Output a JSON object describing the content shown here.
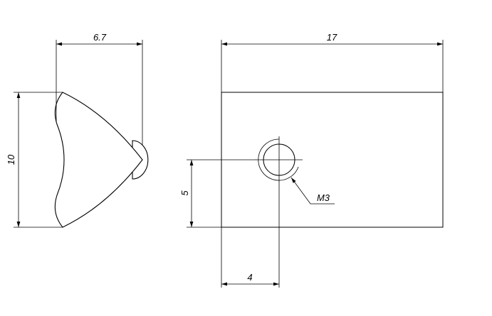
{
  "dimensions": {
    "side_width": "6.7",
    "side_height": "10",
    "front_width": "17",
    "hole_height": "5",
    "hole_offset": "4",
    "thread_callout": "M3"
  }
}
